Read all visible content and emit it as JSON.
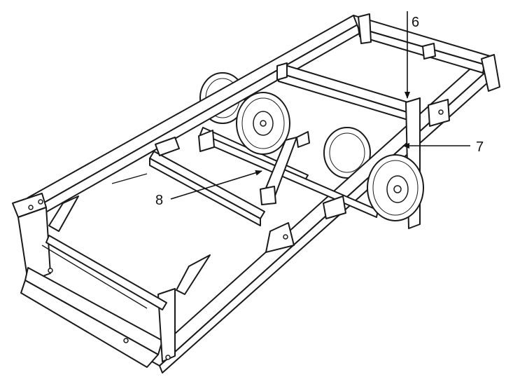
{
  "callouts": [
    {
      "id": "6",
      "label": "6"
    },
    {
      "id": "7",
      "label": "7"
    },
    {
      "id": "8",
      "label": "8"
    }
  ],
  "colors": {
    "line": "#1a1a1a",
    "background": "#ffffff"
  }
}
